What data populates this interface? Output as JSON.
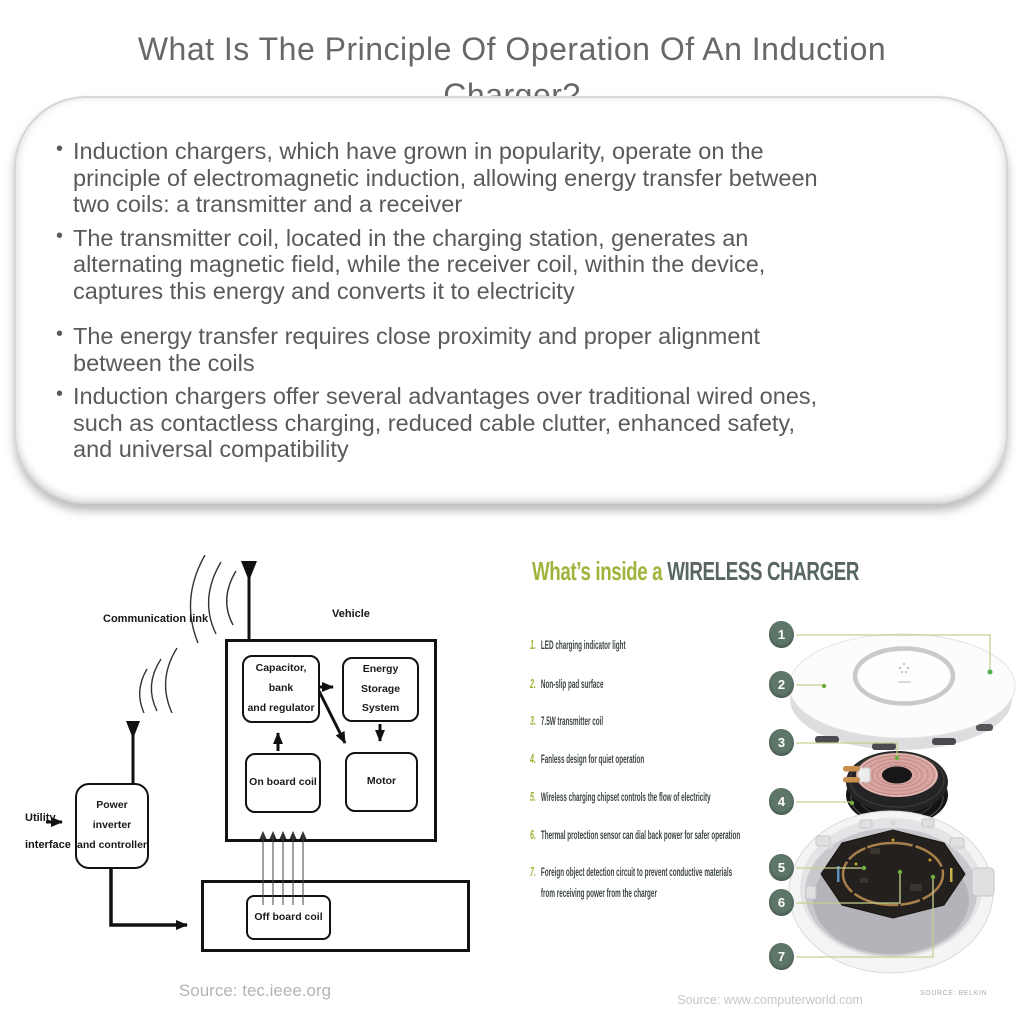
{
  "header": {
    "title": "What Is The Principle Of Operation Of An Induction Charger?"
  },
  "summary_box": {
    "bullets": [
      "Induction chargers, which have grown in popularity, operate on the\nprinciple of electromagnetic induction, allowing energy transfer between\ntwo coils: a transmitter and a receiver",
      "The transmitter coil, located in the charging station, generates an\nalternating magnetic field, while the receiver coil, within the device,\ncaptures this energy and converts it to electricity",
      "The energy transfer requires close proximity and proper alignment\nbetween the coils",
      "Induction chargers offer several advantages over traditional wired ones,\nsuch as contactless charging, reduced cable clutter, enhanced safety,\nand universal compatibility"
    ]
  },
  "block_diagram": {
    "communication_link_label": "Communication link",
    "vehicle_label": "Vehicle",
    "utility_interface_label": "Utility\ninterface",
    "boxes": {
      "capacitor": "Capacitor, bank\nand regulator",
      "energy_storage": "Energy Storage\nSystem",
      "on_board_coil": "On board coil",
      "motor": "Motor",
      "power_inverter": "Power inverter\nand controller",
      "off_board_coil": "Off board coil"
    },
    "source": "Source: tec.ieee.org"
  },
  "infographic": {
    "heading_part1": "What’s inside a",
    "heading_part2": "WIRELESS CHARGER",
    "items": [
      {
        "num": "1.",
        "text": "LED charging indicator light"
      },
      {
        "num": "2.",
        "text": "Non-slip pad surface"
      },
      {
        "num": "3.",
        "text": "7.5W transmitter coil"
      },
      {
        "num": "4.",
        "text": "Fanless design for quiet operation"
      },
      {
        "num": "5.",
        "text": "Wireless charging chipset controls the flow of electricity"
      },
      {
        "num": "6.",
        "text": "Thermal protection sensor can dial back power for safer operation"
      },
      {
        "num": "7.",
        "text": "Foreign object detection circuit to prevent conductive materials\nfrom receiving power from the charger"
      }
    ],
    "callout_numbers": [
      "1",
      "2",
      "3",
      "4",
      "5",
      "6",
      "7"
    ],
    "source": "Source: www.computerworld.com",
    "photo_credit": "SOURCE: BELKIN",
    "colors": {
      "accent_green": "#9fb43a",
      "heading_dark": "#57665e",
      "callout_circle": "#5d7668",
      "callout_line": "#c3d090",
      "coil_rose": "#d8a5a0"
    }
  }
}
